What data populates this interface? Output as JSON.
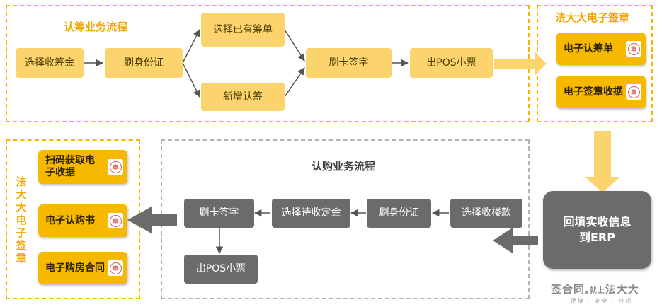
{
  "flow_top": {
    "title": "认筹业务流程",
    "nodes": [
      "选择收筹金",
      "刷身份证",
      "选择已有筹单",
      "新增认筹",
      "刷卡签字",
      "出POS小票"
    ]
  },
  "esign_top": {
    "title": "法大大电子签章",
    "items": [
      "电子认筹单",
      "电子签章收据"
    ]
  },
  "erp": {
    "label": "回填实收信息到ERP"
  },
  "flow_bottom": {
    "title": "认购业务流程",
    "nodes": [
      "选择收楼款",
      "刷身份证",
      "选择待收定金",
      "刷卡签字",
      "出POS小票"
    ]
  },
  "esign_bottom": {
    "title": "法大大电子签章",
    "items": [
      "扫码获取电子收据",
      "电子认购书",
      "电子购房合同"
    ]
  },
  "logo": {
    "main": "签合同,",
    "small": "就上",
    "brand": "法大大",
    "tagline": "便捷 · 安全 · 合规"
  },
  "colors": {
    "accent": "#f5b800",
    "light_node": "#fcd46e",
    "dark_node": "#6b6b6b",
    "seal": "#e05a5a"
  }
}
